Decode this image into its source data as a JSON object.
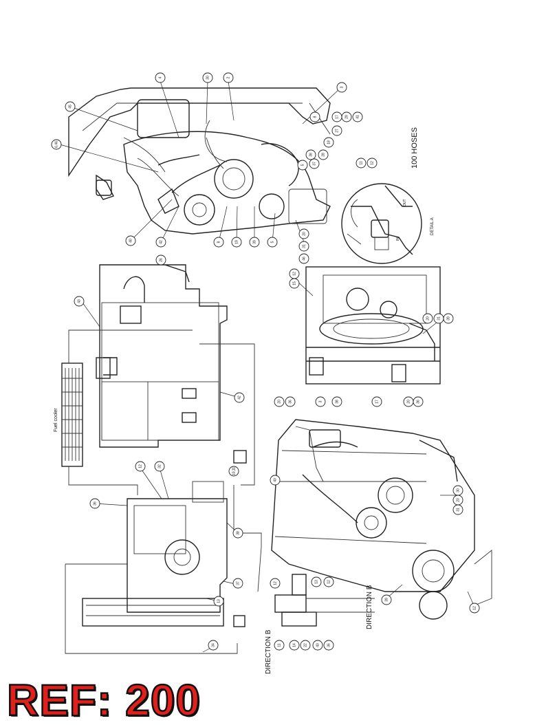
{
  "labels": {
    "hoses": "100  HOSES",
    "detail": "DETAIL  A",
    "fuel_cooler": "Fuel cooler",
    "direction_b1": "DIRECTION  B",
    "direction_b2": "DIRECTION  B",
    "in": "IN",
    "out": "OUT"
  },
  "ref": "REF: 200",
  "balloons": {
    "top": [
      "4",
      "30",
      "2",
      "3",
      "45",
      "6,46",
      "8",
      "17",
      "29",
      "41",
      "27",
      "18",
      "28",
      "38",
      "37",
      "5",
      "40",
      "42",
      "26",
      "8",
      "19",
      "39",
      "5",
      "20",
      "31",
      "46"
    ],
    "detail_a": [
      "11",
      "12"
    ],
    "mid_right": [
      "12",
      "15",
      "20",
      "31",
      "39"
    ],
    "left_mid": [
      "43",
      "42",
      "10,11",
      "12",
      "32",
      "36",
      "38",
      "37",
      "13",
      "34"
    ],
    "bottom_right": [
      "40",
      "20",
      "36",
      "3",
      "38",
      "17",
      "20",
      "36",
      "30",
      "20",
      "31",
      "39",
      "12",
      "12",
      "11",
      "14",
      "22",
      "40",
      "36",
      "13",
      "12"
    ]
  },
  "colors": {
    "ref_fill": "#e0201c",
    "ref_outline": "#111111",
    "line": "#222222"
  }
}
